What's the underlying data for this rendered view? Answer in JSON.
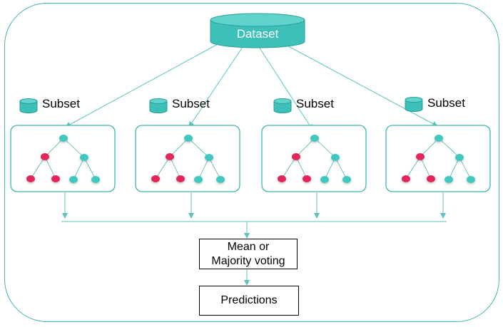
{
  "dataset_label": "Dataset",
  "subsets": [
    {
      "label": "Subset"
    },
    {
      "label": "Subset"
    },
    {
      "label": "Subset"
    },
    {
      "label": "Subset"
    }
  ],
  "aggregator": {
    "line1": "Mean or",
    "line2": "Majority voting"
  },
  "predictions_label": "Predictions",
  "colors": {
    "teal": "#3fb5b0",
    "node_teal": "#40c8c0",
    "node_red": "#e2285a",
    "arrow": "#5bc4c2",
    "dataset_fill": "#3cc0b8"
  }
}
